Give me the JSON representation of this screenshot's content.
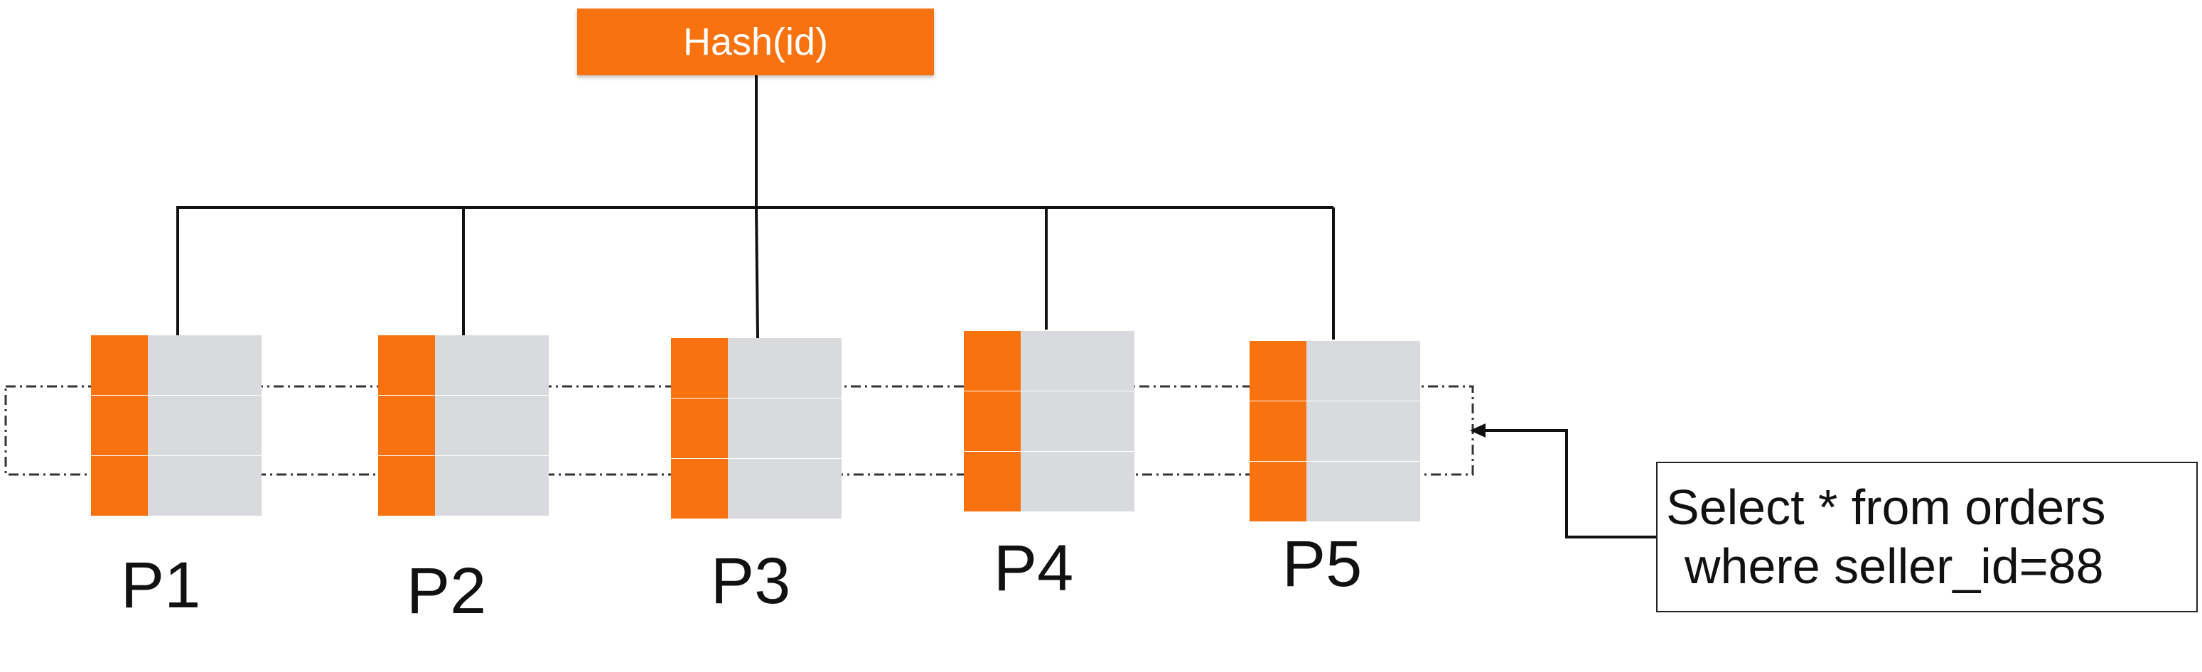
{
  "hash_node": {
    "label": "Hash(id)"
  },
  "partitions": [
    {
      "label": "P1"
    },
    {
      "label": "P2"
    },
    {
      "label": "P3"
    },
    {
      "label": "P4"
    },
    {
      "label": "P5"
    }
  ],
  "query": {
    "line1": "Select * from orders",
    "line2": "where seller_id=88"
  },
  "colors": {
    "accent": "#f8720f",
    "cell": "#d9dadd",
    "line": "#111111"
  }
}
